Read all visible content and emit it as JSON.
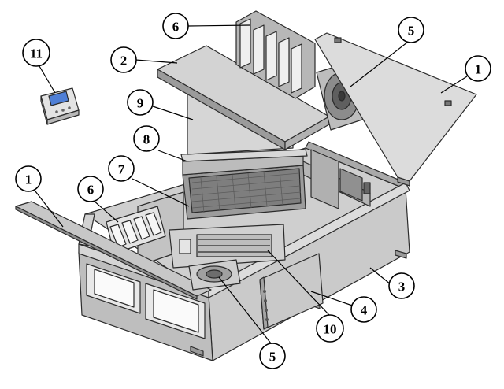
{
  "callouts": [
    {
      "id": "c1-left",
      "label": "1"
    },
    {
      "id": "c1-right",
      "label": "1"
    },
    {
      "id": "c2",
      "label": "2"
    },
    {
      "id": "c3",
      "label": "3"
    },
    {
      "id": "c4",
      "label": "4"
    },
    {
      "id": "c5-top",
      "label": "5"
    },
    {
      "id": "c5-bottom",
      "label": "5"
    },
    {
      "id": "c6-top",
      "label": "6"
    },
    {
      "id": "c6-left",
      "label": "6"
    },
    {
      "id": "c7",
      "label": "7"
    },
    {
      "id": "c8",
      "label": "8"
    },
    {
      "id": "c9",
      "label": "9"
    },
    {
      "id": "c10",
      "label": "10"
    },
    {
      "id": "c11",
      "label": "11"
    }
  ],
  "colors": {
    "panel_light": "#d9d9d9",
    "panel_mid": "#bdbdbd",
    "panel_dark": "#8a8a8a",
    "edge": "#2b2b2b",
    "controller_screen": "#4f7fd6"
  }
}
